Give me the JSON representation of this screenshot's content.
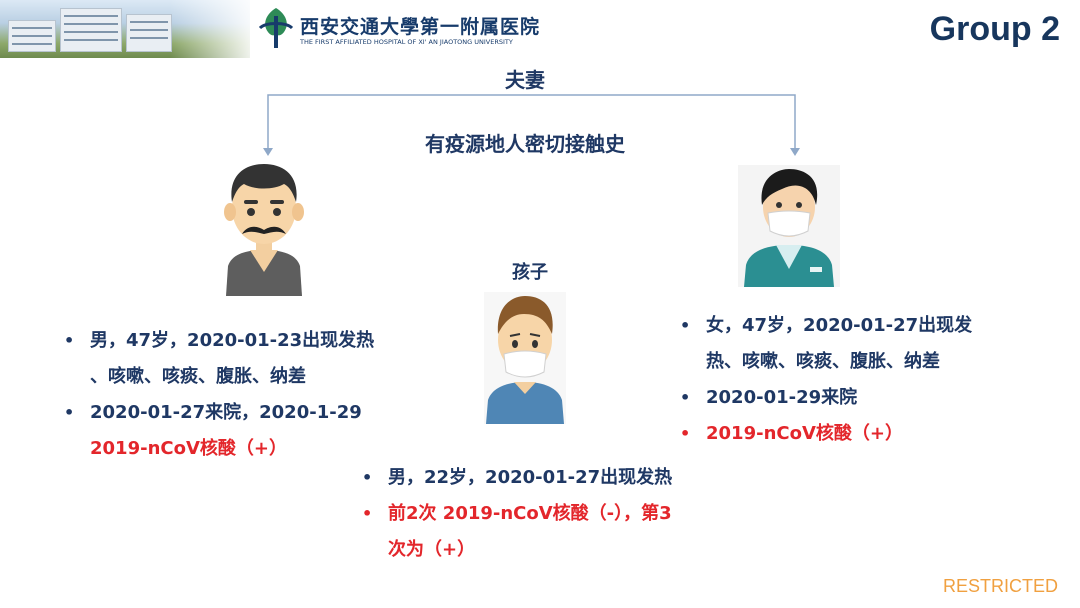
{
  "header": {
    "university_cn": "西安交通大學第一附属医院",
    "university_en": "THE FIRST AFFILIATED HOSPITAL OF XI' AN JIAOTONG UNIVERSITY",
    "logo_icon": "hospital-logo-icon",
    "photo_icon": "hospital-building-photo"
  },
  "title": "Group 2",
  "relation": {
    "top_label": "夫妻",
    "mid_label": "有疫源地人密切接触史",
    "child_label": "孩子"
  },
  "husband": {
    "avatar_icon": "man-mustache-avatar-icon",
    "item1_line1": "男，47岁，2020-01-23出现发热",
    "item1_line2": "、咳嗽、咳痰、腹胀、纳差",
    "item2_line1": "2020-01-27来院，2020-1-29",
    "item2_line2": "2019-nCoV核酸（+）"
  },
  "wife": {
    "avatar_icon": "woman-masked-avatar-icon",
    "item1_line1": "女，47岁，2020-01-27出现发",
    "item1_line2": "热、咳嗽、咳痰、腹胀、纳差",
    "item2": "2020-01-29来院",
    "item3": "2019-nCoV核酸（+）"
  },
  "child": {
    "avatar_icon": "boy-masked-avatar-icon",
    "item1": "男，22岁，2020-01-27出现发热",
    "item2_line1": "前2次 2019-nCoV核酸（-），第3",
    "item2_line2": "次为（+）"
  },
  "footer": {
    "restricted": "RESTRICTED"
  },
  "colors": {
    "navy": "#1f3864",
    "red": "#e3262b",
    "orange": "#f0a040",
    "arrow": "#8fa8c8"
  }
}
